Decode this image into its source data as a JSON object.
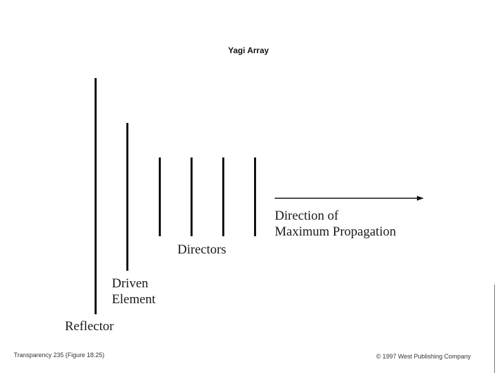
{
  "title": "Yagi Array",
  "labels": {
    "reflector": "Reflector",
    "driven_line1": "Driven",
    "driven_line2": "Element",
    "directors": "Directors",
    "direction_line1": "Direction of",
    "direction_line2": "Maximum Propagation"
  },
  "footer": {
    "left": "Transparency 235 (Figure 18.25)",
    "right": "© 1997 West Publishing Company"
  },
  "colors": {
    "ink": "#111111"
  }
}
